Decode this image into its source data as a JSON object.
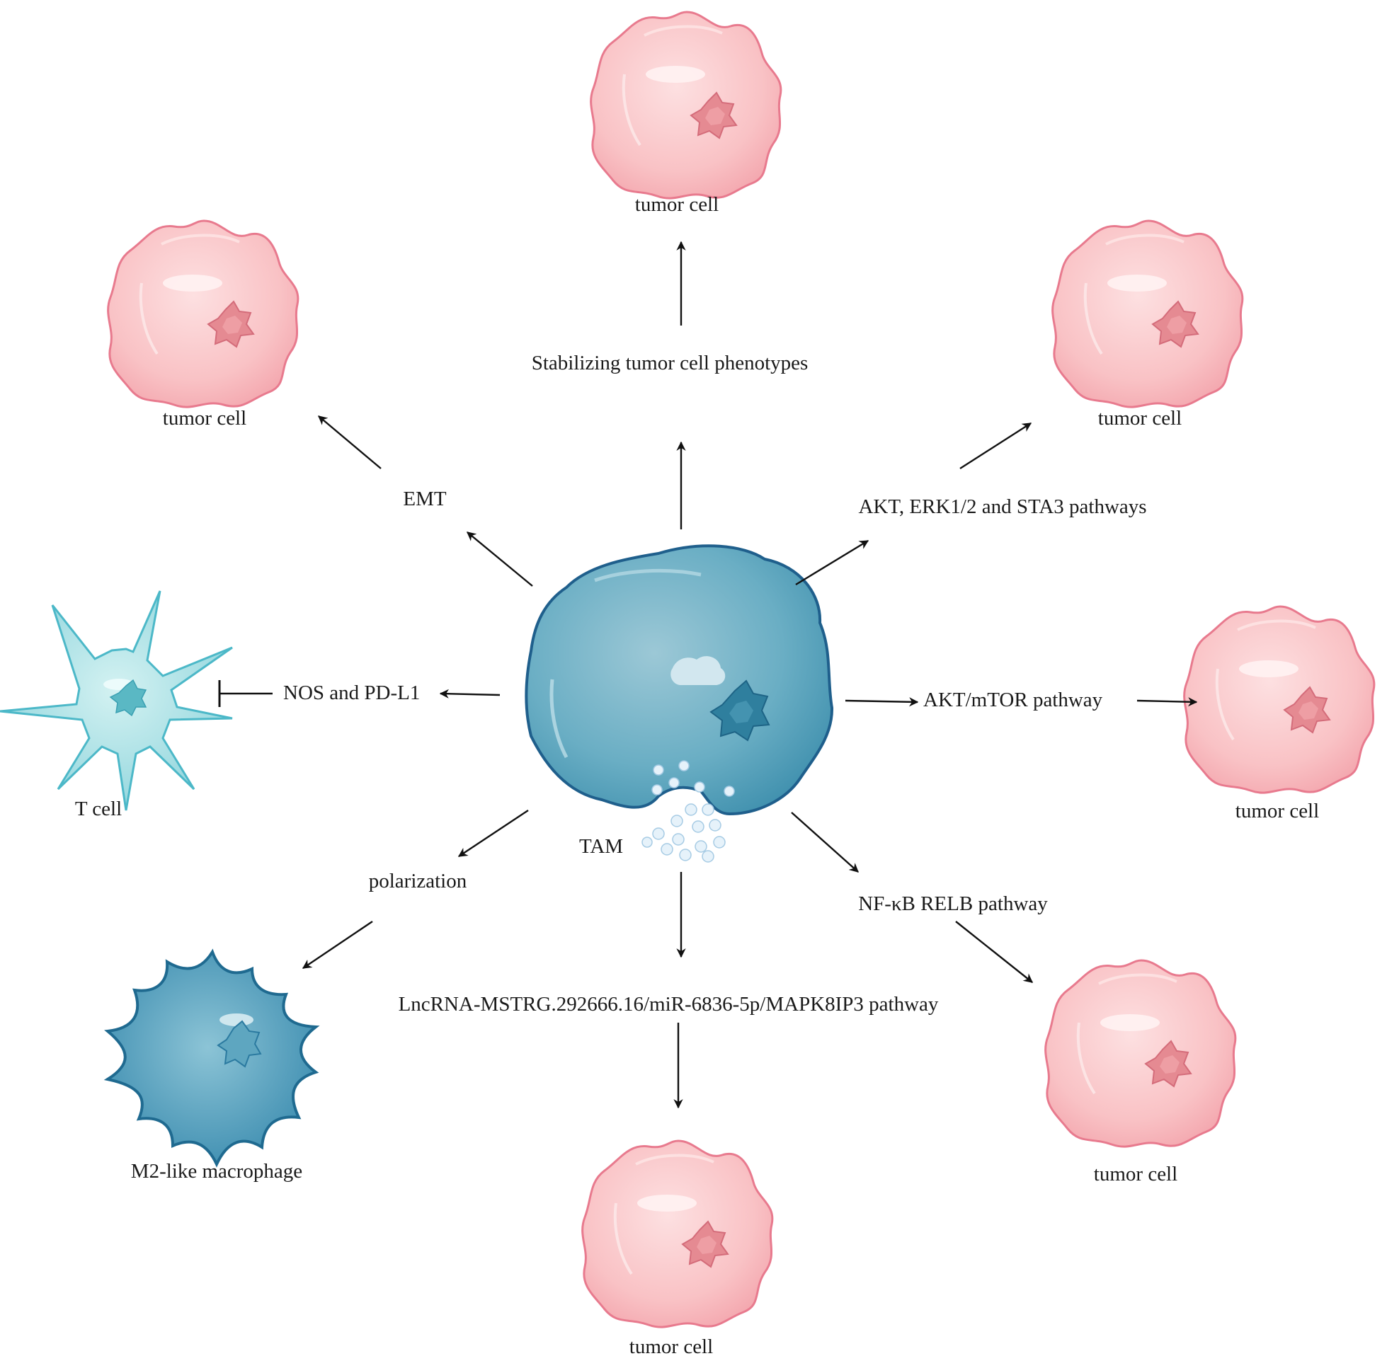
{
  "cells": {
    "tam": "TAM",
    "t_cell": "T cell",
    "m2_macrophage": "M2-like macrophage",
    "tumor_cell": "tumor cell"
  },
  "pathways": {
    "stabilizing": "Stabilizing tumor cell phenotypes",
    "emt": "EMT",
    "akt_erk_stat3": "AKT, ERK1/2 and STA3 pathways",
    "nos_pdl1": "NOS and PD-L1",
    "akt_mtor": "AKT/mTOR pathway",
    "polarization": "polarization",
    "nfkb": "NF-κB RELB pathway",
    "lncrna": "LncRNA-MSTRG.292666.16/miR-6836-5p/MAPK8IP3 pathway"
  },
  "colors": {
    "tumor_fill": "#f7b8bc",
    "tumor_stroke": "#e87a8e",
    "tam_fill": "#5aa4bc",
    "tam_stroke": "#1f5f8c",
    "tcell_fill": "#a8e0e4",
    "tcell_stroke": "#4cb8c8",
    "m2_fill": "#4e9ab6",
    "m2_stroke": "#1f6a90",
    "arrow": "#111111"
  }
}
